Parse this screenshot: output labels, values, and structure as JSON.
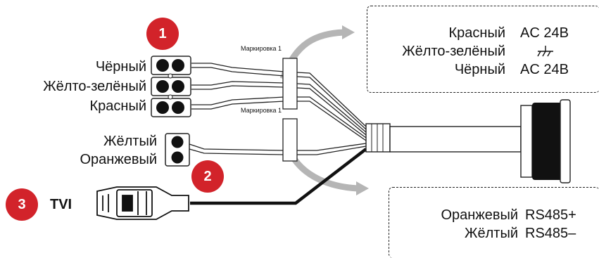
{
  "badges": [
    "1",
    "2",
    "3"
  ],
  "connector1": {
    "wires": [
      "Чёрный",
      "Жёлто-зелёный",
      "Красный"
    ],
    "marking_top": "Маркировка 1"
  },
  "connector2": {
    "wires": [
      "Жёлтый",
      "Оранжевый"
    ],
    "marking": "Маркировка 1"
  },
  "connector3": {
    "label": "TVI"
  },
  "power_box": {
    "rows": [
      {
        "color": "Красный",
        "value": "AC 24B"
      },
      {
        "color": "Жёлто-зелёный",
        "value": "ground-symbol"
      },
      {
        "color": "Чёрный",
        "value": "AC 24B"
      }
    ]
  },
  "rs485_box": {
    "rows": [
      {
        "color": "Оранжевый",
        "value": "RS485+"
      },
      {
        "color": "Жёлтый",
        "value": "RS485–"
      }
    ]
  },
  "colors": {
    "badge": "#d2232a",
    "arrow": "#b5b5b5",
    "line": "#111111"
  }
}
